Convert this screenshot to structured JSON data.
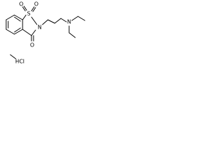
{
  "figure": {
    "type": "chemical-structure",
    "atoms": {
      "s": "S",
      "o_top_left": "O",
      "o_top_right": "O",
      "n_ring": "N",
      "o_carbonyl": "O",
      "n_amine": "N",
      "hcl": "HCl"
    },
    "colors": {
      "ink": "#000000",
      "background": "#ffffff"
    }
  }
}
